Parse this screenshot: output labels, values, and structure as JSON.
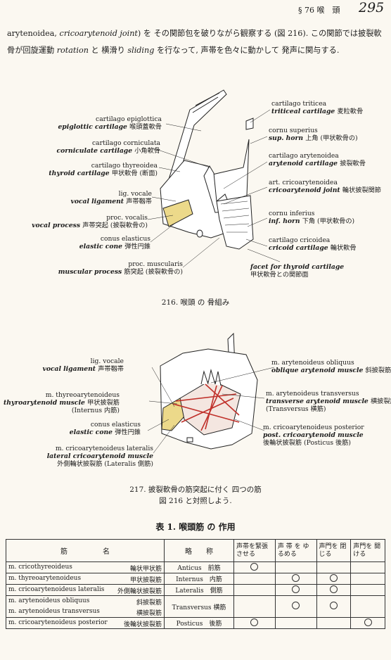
{
  "header": {
    "section": "§ 76  喉　頭",
    "page": "295"
  },
  "paragraph": {
    "p1": "arytenoidea, ",
    "p2": "cricoarytenoid joint",
    "p3": ") を その関節包を破りながら観察する (図 216). この関節では披裂軟骨が回旋運動 ",
    "p4": "rotation",
    "p5": " と 横滑り ",
    "p6": "sliding",
    "p7": " を行なって, 声帯を色々に動かして 発声に関与する."
  },
  "fig216": {
    "caption": "216. 喉頭 の 骨組み",
    "left": [
      {
        "en": "cartilago epiglottica",
        "it": "epiglottic cartilage",
        "ja": "喉頭蓋軟骨"
      },
      {
        "en": "cartilago corniculata",
        "it": "corniculate cartilage",
        "ja": "小角軟骨"
      },
      {
        "en": "cartilago thyreoidea",
        "it": "thyroid cartilage",
        "ja": "甲状軟骨 (断面)"
      },
      {
        "en": "lig. vocale",
        "it": "vocal ligament",
        "ja": "声帯靱帯"
      },
      {
        "en": "proc. vocalis",
        "it": "vocal process",
        "ja": "声帯突起 (披裂軟骨の)"
      },
      {
        "en": "conus elasticus",
        "it": "elastic cone",
        "ja": "弾性円錐"
      },
      {
        "en": "proc. muscularis",
        "it": "muscular process",
        "ja": "筋突起 (披裂軟骨の)"
      }
    ],
    "right": [
      {
        "en": "cartilago triticea",
        "it": "triticeal cartilage",
        "ja": "麦粒軟骨"
      },
      {
        "en": "cornu superius",
        "it": "sup. horn",
        "ja": "上角 (甲状軟骨の)"
      },
      {
        "en": "cartilago arytenoidea",
        "it": "arytenoid cartilage",
        "ja": "披裂軟骨"
      },
      {
        "en": "art. cricoarytenoidea",
        "it": "cricoarytenoid joint",
        "ja": "輪状披裂関節"
      },
      {
        "en": "cornu inferius",
        "it": "inf. horn",
        "ja": "下角 (甲状軟骨の)"
      },
      {
        "en": "cartilago cricoidea",
        "it": "cricoid cartilage",
        "ja": "輪状軟骨"
      }
    ],
    "bottom": {
      "it": "facet for thyroid cartilage",
      "ja": "甲状軟骨との関節面"
    }
  },
  "fig217": {
    "caption": "217. 披裂軟骨の筋突起に付く 四つの筋",
    "subcaption": "図 216 と対照しよう.",
    "left": [
      {
        "en": "lig. vocale",
        "it": "vocal ligament",
        "ja": "声帯靱帯"
      },
      {
        "en": "m. thyreoarytenoideus",
        "it": "thyroarytenoid muscle",
        "ja": "甲状披裂筋",
        "extra": "(Internus 内筋)"
      },
      {
        "en": "conus elasticus",
        "it": "elastic cone",
        "ja": "弾性円錐"
      },
      {
        "en": "m. cricoarytenoideus lateralis",
        "it": "lateral cricoarytenoid muscle",
        "ja": "",
        "extra": "外側輪状披裂筋 (Lateralis 側筋)"
      }
    ],
    "right": [
      {
        "en": "m. arytenoideus obliquus",
        "it": "oblique arytenoid muscle",
        "ja": "斜披裂筋"
      },
      {
        "en": "m. arytenoideus transversus",
        "it": "transverse arytenoid muscle",
        "ja": "横披裂筋",
        "extra": "(Transversus 横筋)"
      },
      {
        "en": "m. cricoarytenoideus posterior",
        "it": "post. cricoarytenoid muscle",
        "ja": "",
        "extra": "後輪状披裂筋 (Posticus 後筋)"
      }
    ]
  },
  "table": {
    "title": "表 1. 喉頭筋 の 作用",
    "headers": {
      "muscle": "筋　　　　　名",
      "abbr": "略　　称",
      "h1": "声帯を緊張させる",
      "h2": "声 帯 を ゆるめる",
      "h3": "声門を 閉じる",
      "h4": "声門を 開ける"
    },
    "rows": [
      {
        "lat": "m. cricothyreoideus",
        "ja": "輪状甲状筋",
        "abbr": "Anticus　前筋",
        "marks": [
          true,
          false,
          false,
          false
        ]
      },
      {
        "lat": "m. thyreoarytenoideus",
        "ja": "甲状披裂筋",
        "abbr": "Internus　内筋",
        "marks": [
          false,
          true,
          true,
          false
        ]
      },
      {
        "lat": "m. cricoarytenoideus lateralis",
        "ja": "外側輪状披裂筋",
        "abbr": "Lateralis　側筋",
        "marks": [
          false,
          true,
          true,
          false
        ]
      },
      {
        "lat": "m. arytenoideus obliquus",
        "ja": "斜披裂筋",
        "lat2": "m. arytenoideus transversus",
        "ja2": "横披裂筋",
        "abbr": "Transversus 横筋",
        "marks": [
          false,
          true,
          true,
          false
        ]
      },
      {
        "lat": "m. cricoarytenoideus posterior",
        "ja": "後輪状披裂筋",
        "abbr": "Posticus　後筋",
        "marks": [
          true,
          false,
          false,
          true
        ]
      }
    ]
  }
}
